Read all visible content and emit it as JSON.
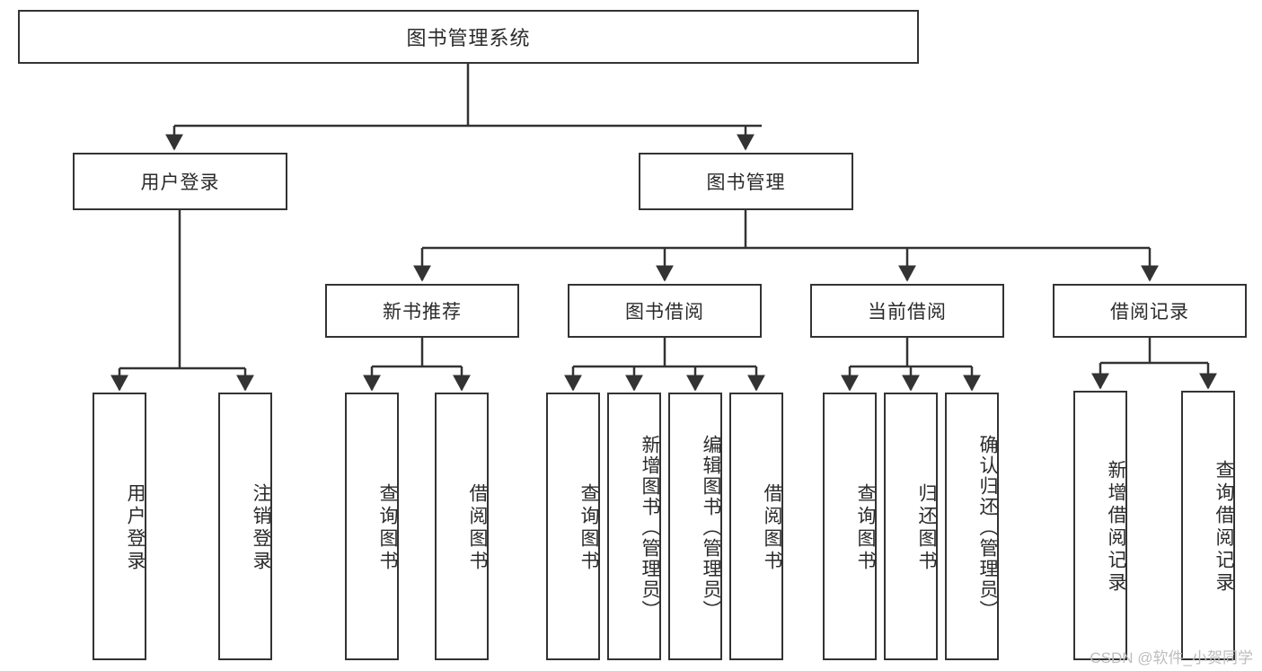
{
  "diagram": {
    "type": "tree-hierarchy-chart",
    "title": "图书管理系统",
    "colors": {
      "box_border": "#333333",
      "box_fill": "#ffffff",
      "text": "#2b2b2b",
      "edge": "#333333",
      "watermark": "#bdbdbd"
    },
    "watermark": "CSDN @软件_小贺同学",
    "levels": {
      "root": {
        "label": "图书管理系统"
      },
      "level2": [
        {
          "id": "user-login",
          "label": "用户登录"
        },
        {
          "id": "book-manage",
          "label": "图书管理"
        }
      ],
      "level3": [
        {
          "id": "new-book-recommend",
          "label": "新书推荐",
          "parent": "book-manage"
        },
        {
          "id": "book-borrow",
          "label": "图书借阅",
          "parent": "book-manage"
        },
        {
          "id": "current-borrow",
          "label": "当前借阅",
          "parent": "book-manage"
        },
        {
          "id": "borrow-record",
          "label": "借阅记录",
          "parent": "book-manage"
        }
      ],
      "leaves": [
        {
          "id": "leaf-user-login",
          "label": "用户登录",
          "parent": "user-login"
        },
        {
          "id": "leaf-logout",
          "label": "注销登录",
          "parent": "user-login"
        },
        {
          "id": "leaf-query-book-1",
          "label": "查询图书",
          "parent": "new-book-recommend"
        },
        {
          "id": "leaf-borrow-book-1",
          "label": "借阅图书",
          "parent": "new-book-recommend"
        },
        {
          "id": "leaf-query-book-2",
          "label": "查询图书",
          "parent": "book-borrow"
        },
        {
          "id": "leaf-add-book",
          "label": "新增图书（管理员）",
          "parent": "book-borrow"
        },
        {
          "id": "leaf-edit-book",
          "label": "编辑图书（管理员）",
          "parent": "book-borrow"
        },
        {
          "id": "leaf-borrow-book-2",
          "label": "借阅图书",
          "parent": "book-borrow"
        },
        {
          "id": "leaf-query-book-3",
          "label": "查询图书",
          "parent": "current-borrow"
        },
        {
          "id": "leaf-return-book",
          "label": "归还图书",
          "parent": "current-borrow"
        },
        {
          "id": "leaf-confirm-return",
          "label": "确认归还（管理员）",
          "parent": "current-borrow"
        },
        {
          "id": "leaf-add-record",
          "label": "新增借阅记录",
          "parent": "borrow-record"
        },
        {
          "id": "leaf-query-record",
          "label": "查询借阅记录",
          "parent": "borrow-record"
        }
      ]
    }
  }
}
